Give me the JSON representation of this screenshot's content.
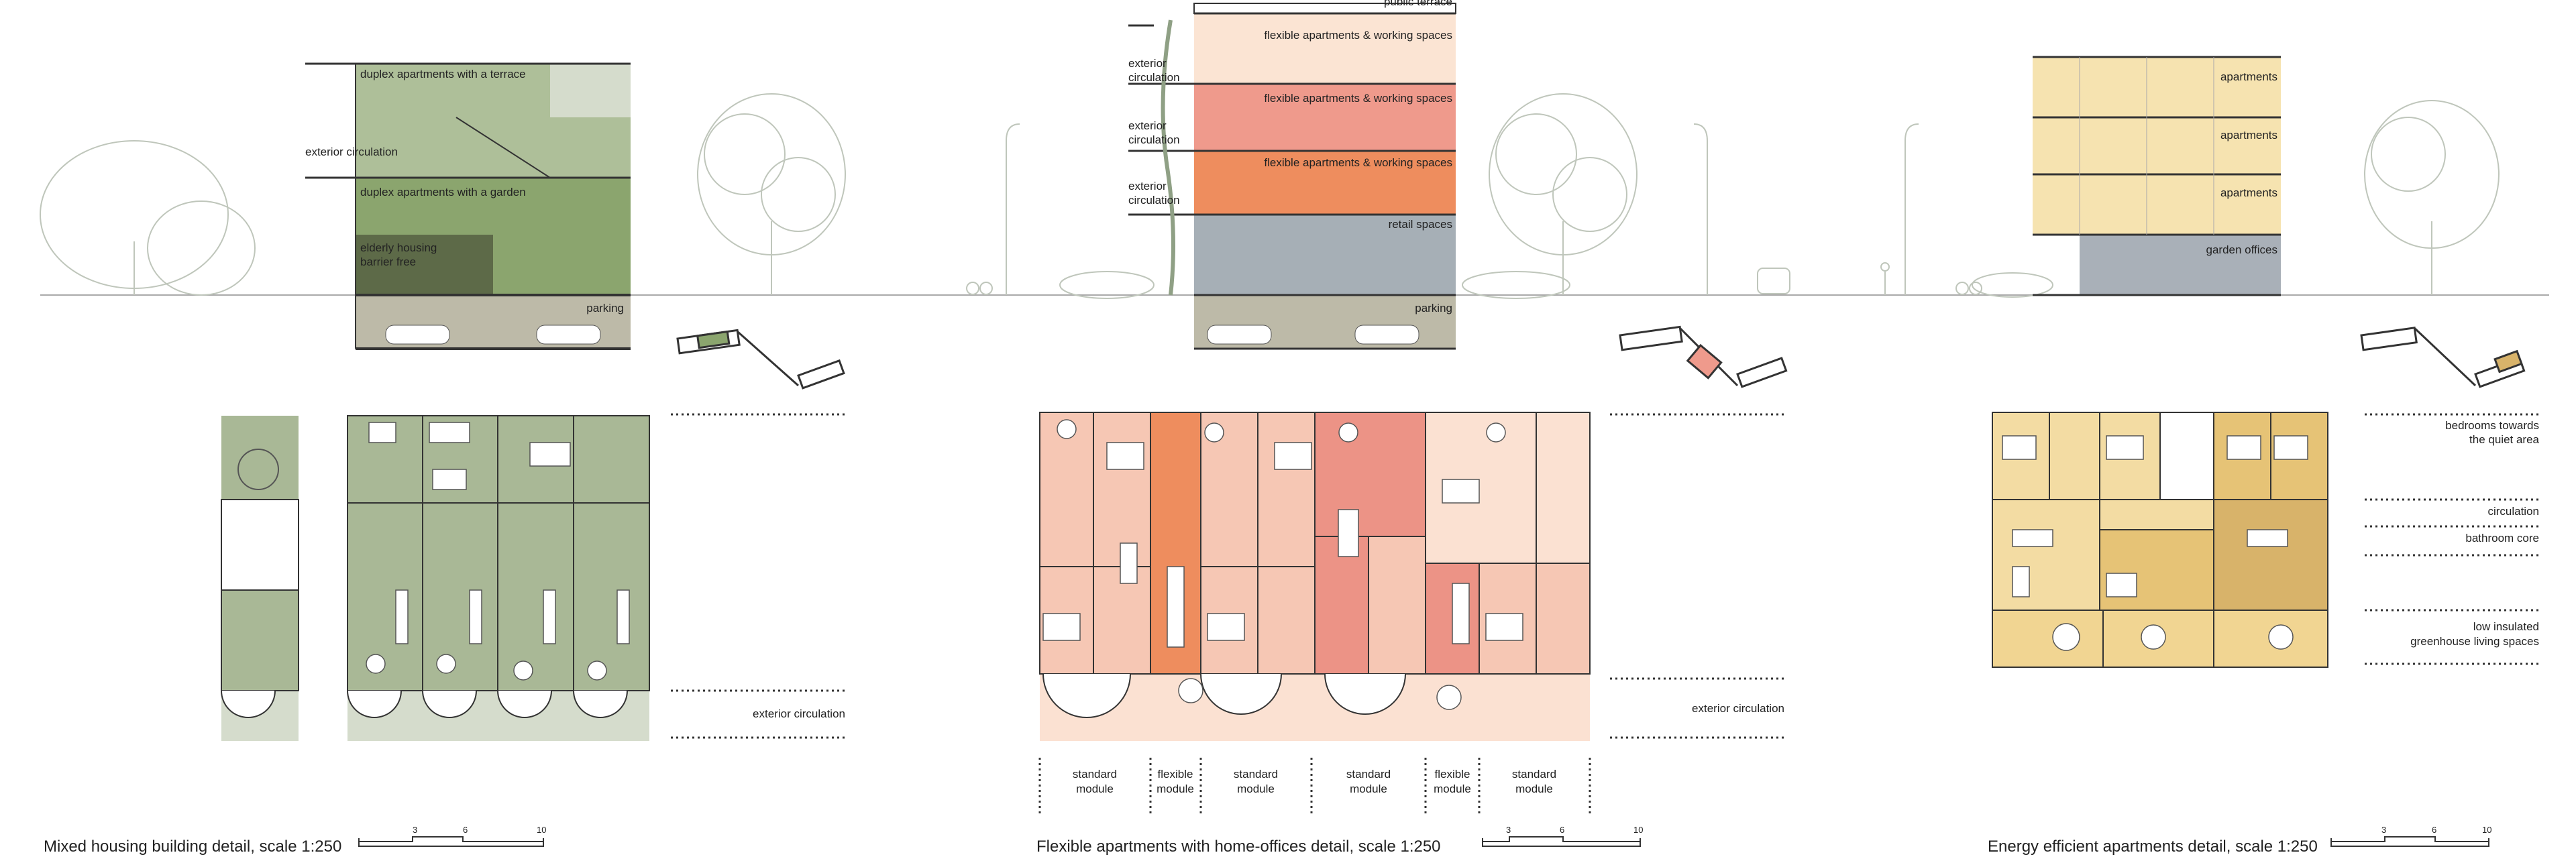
{
  "panels": [
    {
      "title": "Mixed housing building detail, scale 1:250",
      "section_labels": {
        "terrace": "duplex apartments with a terrace",
        "exterior": "exterior circulation",
        "garden": "duplex apartments with a garden",
        "elderly1": "elderly housing",
        "elderly2": "barrier free",
        "parking": "parking"
      },
      "plan_labels": {
        "circulation": "exterior circulation"
      },
      "scale": [
        "3",
        "6",
        "10"
      ],
      "colors": {
        "light": "#aebf99",
        "mid": "#8ba56e",
        "dark": "#5d6a48",
        "plan": "#a9b896",
        "plan_light": "#d5dccc"
      }
    },
    {
      "title": "Flexible apartments with home-offices detail, scale 1:250",
      "section_labels": {
        "public": "public terrace",
        "l1": "flexible apartments & working spaces",
        "l2": "flexible apartments & working spaces",
        "l3": "flexible apartments & working spaces",
        "ext1a": "exterior",
        "ext1b": "circulation",
        "ext2a": "exterior",
        "ext2b": "circulation",
        "ext3a": "exterior",
        "ext3b": "circulation",
        "retail": "retail spaces",
        "parking": "parking"
      },
      "plan_labels": {
        "circulation": "exterior circulation",
        "modules": [
          {
            "a": "standard",
            "b": "module"
          },
          {
            "a": "flexible",
            "b": "module"
          },
          {
            "a": "standard",
            "b": "module"
          },
          {
            "a": "standard",
            "b": "module"
          },
          {
            "a": "flexible",
            "b": "module"
          },
          {
            "a": "standard",
            "b": "module"
          }
        ]
      },
      "scale": [
        "3",
        "6",
        "10"
      ],
      "colors": {
        "l1": "#fbe4d3",
        "l2": "#ef9a8c",
        "l3": "#ee8d5e",
        "retail": "#a6afb6",
        "light": "#f6c7b4",
        "mid": "#ec9386",
        "orange": "#ee8d5e",
        "pale": "#fbe1d2"
      }
    },
    {
      "title": "Energy efficient apartments detail, scale 1:250",
      "section_labels": {
        "a1": "apartments",
        "a2": "apartments",
        "a3": "apartments",
        "garden": "garden offices"
      },
      "plan_labels": {
        "bed1": "bedrooms towards",
        "bed2": "the quiet area",
        "circ": "circulation",
        "bath": "bathroom core",
        "low1": "low insulated",
        "low2": "greenhouse living spaces"
      },
      "scale": [
        "3",
        "6",
        "10"
      ],
      "colors": {
        "apt": "#f6e3b0",
        "garden": "#a9b0b8",
        "plan_light": "#f3dca3",
        "plan_mid": "#e6c376",
        "plan_dark": "#d8b36a"
      }
    }
  ]
}
